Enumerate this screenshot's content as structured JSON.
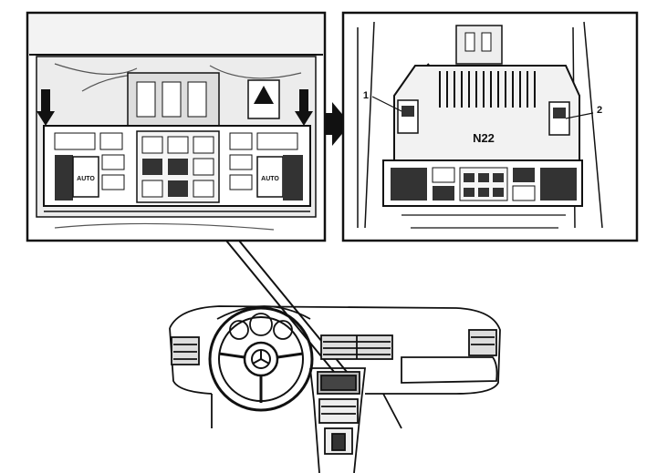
{
  "figure": {
    "ecu_label": "N22",
    "callout_1": "1",
    "callout_2": "2",
    "button_auto_left": "AUTO",
    "button_auto_right": "AUTO"
  },
  "colors": {
    "ink": "#111111",
    "paper": "#ffffff",
    "shade": "#cfcfcf",
    "dark_fill": "#2a2a2a"
  },
  "icons": [
    "arrow-down-icon",
    "arrow-right-icon",
    "hazard-triangle-icon",
    "mercedes-star-icon"
  ]
}
